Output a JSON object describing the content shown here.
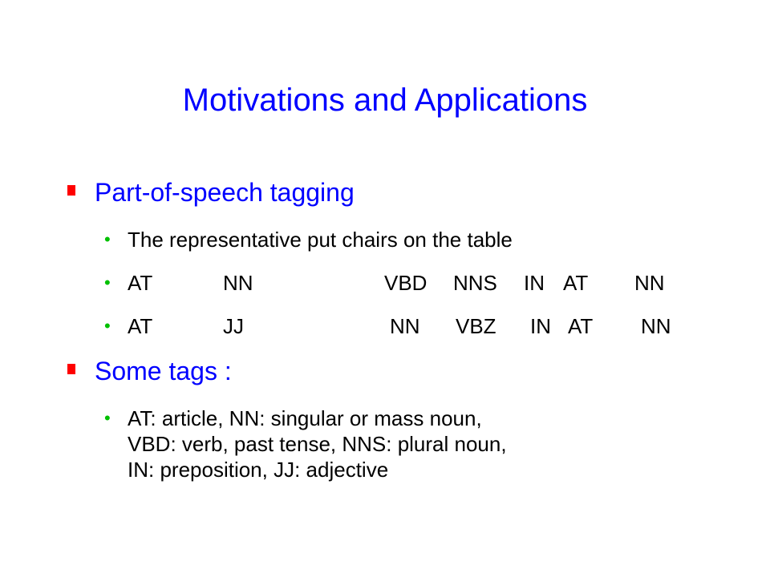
{
  "slide": {
    "title": "Motivations and Applications",
    "sections": [
      {
        "heading": "Part-of-speech tagging",
        "bullets": [
          "The representative put chairs on the table"
        ],
        "tag_rows": [
          [
            "AT",
            "NN",
            "VBD",
            "NNS",
            "IN",
            "AT",
            "NN"
          ],
          [
            "AT",
            "JJ",
            "NN",
            "VBZ",
            "IN",
            "AT",
            "NN"
          ]
        ]
      },
      {
        "heading": "Some tags :",
        "bullets": [
          "AT: article, NN: singular or mass noun,",
          "VBD: verb, past tense, NNS: plural noun,",
          "IN: preposition, JJ: adjective"
        ]
      }
    ],
    "colors": {
      "title": "#0000ff",
      "heading": "#0000ff",
      "heading_marker": "#ff0000",
      "sub_bullet": "#00c000",
      "body_text": "#000000"
    }
  }
}
